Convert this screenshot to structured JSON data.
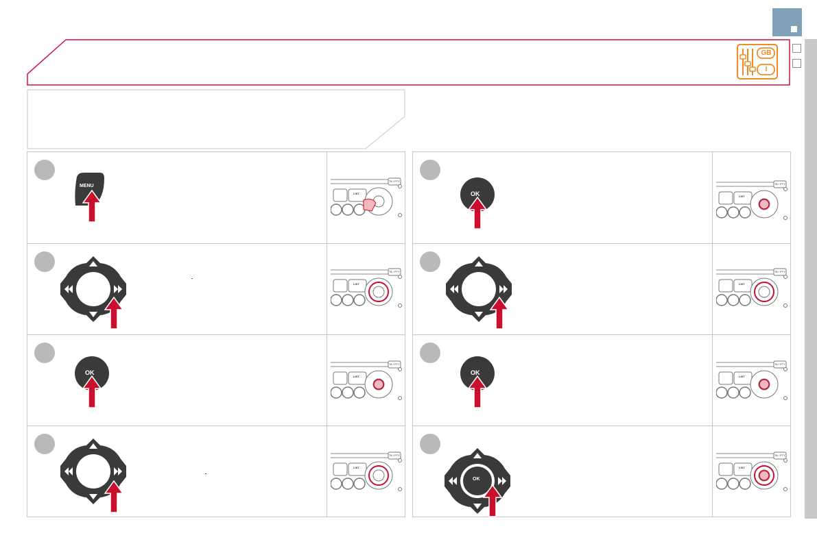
{
  "chapter_tab": {
    "color": "#7fa2ba"
  },
  "header": {
    "icon": "language-settings-icon",
    "badge_top": "GB",
    "badge_bottom": "I",
    "accent": "#d0103a",
    "icon_color": "#f08a24"
  },
  "buttons": {
    "menu_label": "MENU",
    "ok_label": "OK"
  },
  "thumb_labels": {
    "button_top": "TA / PTY",
    "button_mid": "LIST"
  },
  "steps_left": [
    {
      "control": "menu-button"
    },
    {
      "control": "dpad-right"
    },
    {
      "control": "ok-button"
    },
    {
      "control": "dpad-right"
    }
  ],
  "steps_right": [
    {
      "control": "ok-button"
    },
    {
      "control": "dpad-right"
    },
    {
      "control": "ok-button"
    },
    {
      "control": "dpad-ok"
    }
  ],
  "colors": {
    "arrow_red": "#c8102e",
    "button_dark": "#3a3a3a",
    "step_grey": "#b9b9b9"
  }
}
